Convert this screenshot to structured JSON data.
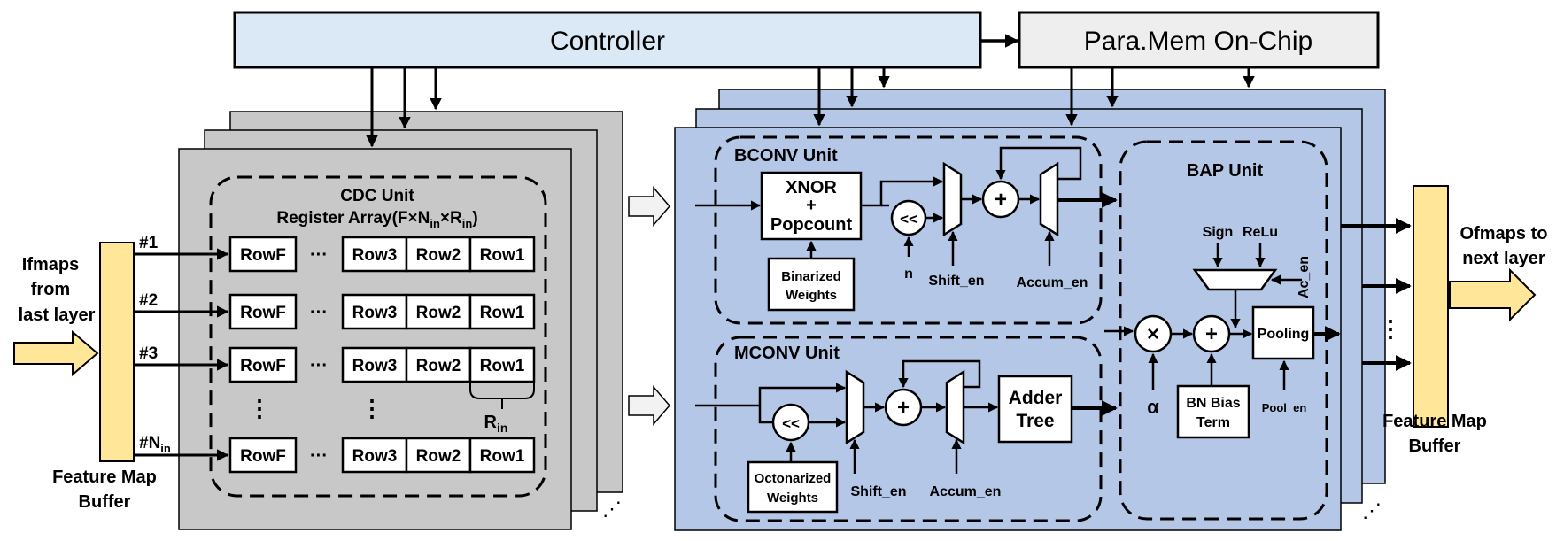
{
  "header": {
    "controller": "Controller",
    "para_mem": "Para.Mem On-Chip"
  },
  "left": {
    "ifmaps_label": [
      "Ifmaps",
      "from",
      "last layer"
    ],
    "buffer_label": [
      "Feature Map",
      "Buffer"
    ],
    "channel_labels": [
      "#1",
      "#2",
      "#3",
      "#N"
    ],
    "channel_sub": "in"
  },
  "cdc": {
    "title": "CDC Unit",
    "subtitle_prefix": "Register Array(F×N",
    "subtitle_sub1": "in",
    "subtitle_mid": "×R",
    "subtitle_sub2": "in",
    "subtitle_suffix": ")",
    "rows": [
      "RowF",
      "Row3",
      "Row2",
      "Row1"
    ],
    "ellipsis": "···",
    "vdots": "⋮",
    "r_label": "R",
    "r_sub": "in"
  },
  "bconv": {
    "title": "BCONV Unit",
    "xnor_line1": "XNOR",
    "xnor_line2": "+",
    "xnor_line3": "Popcount",
    "shift_op": "<<",
    "n_label": "n",
    "weights_line1": "Binarized",
    "weights_line2": "Weights",
    "shift_en": "Shift_en",
    "accum_en": "Accum_en",
    "plus": "+"
  },
  "mconv": {
    "title": "MCONV Unit",
    "shift_op": "<<",
    "weights_line1": "Octonarized",
    "weights_line2": "Weights",
    "shift_en": "Shift_en",
    "accum_en": "Accum_en",
    "adder_line1": "Adder",
    "adder_line2": "Tree",
    "plus": "+"
  },
  "bap": {
    "title": "BAP Unit",
    "sign": "Sign",
    "relu": "ReLu",
    "ac_en": "Ac_en",
    "times": "×",
    "plus": "+",
    "alpha": "α",
    "pooling": "Pooling",
    "pool_en": "Pool_en",
    "bn_line1": "BN Bias",
    "bn_line2": "Term"
  },
  "right": {
    "buffer_label": [
      "Feature Map",
      "Buffer"
    ],
    "ofmaps_label": [
      "Ofmaps to",
      "next layer"
    ],
    "vdots": "⋮"
  },
  "colors": {
    "controller_fill": "#dbe9f6",
    "paramem_fill": "#eeeeee",
    "gray_stack": "#c8c8c8",
    "blue_stack": "#b4c7e7",
    "buffer_fill": "#ffe699"
  }
}
